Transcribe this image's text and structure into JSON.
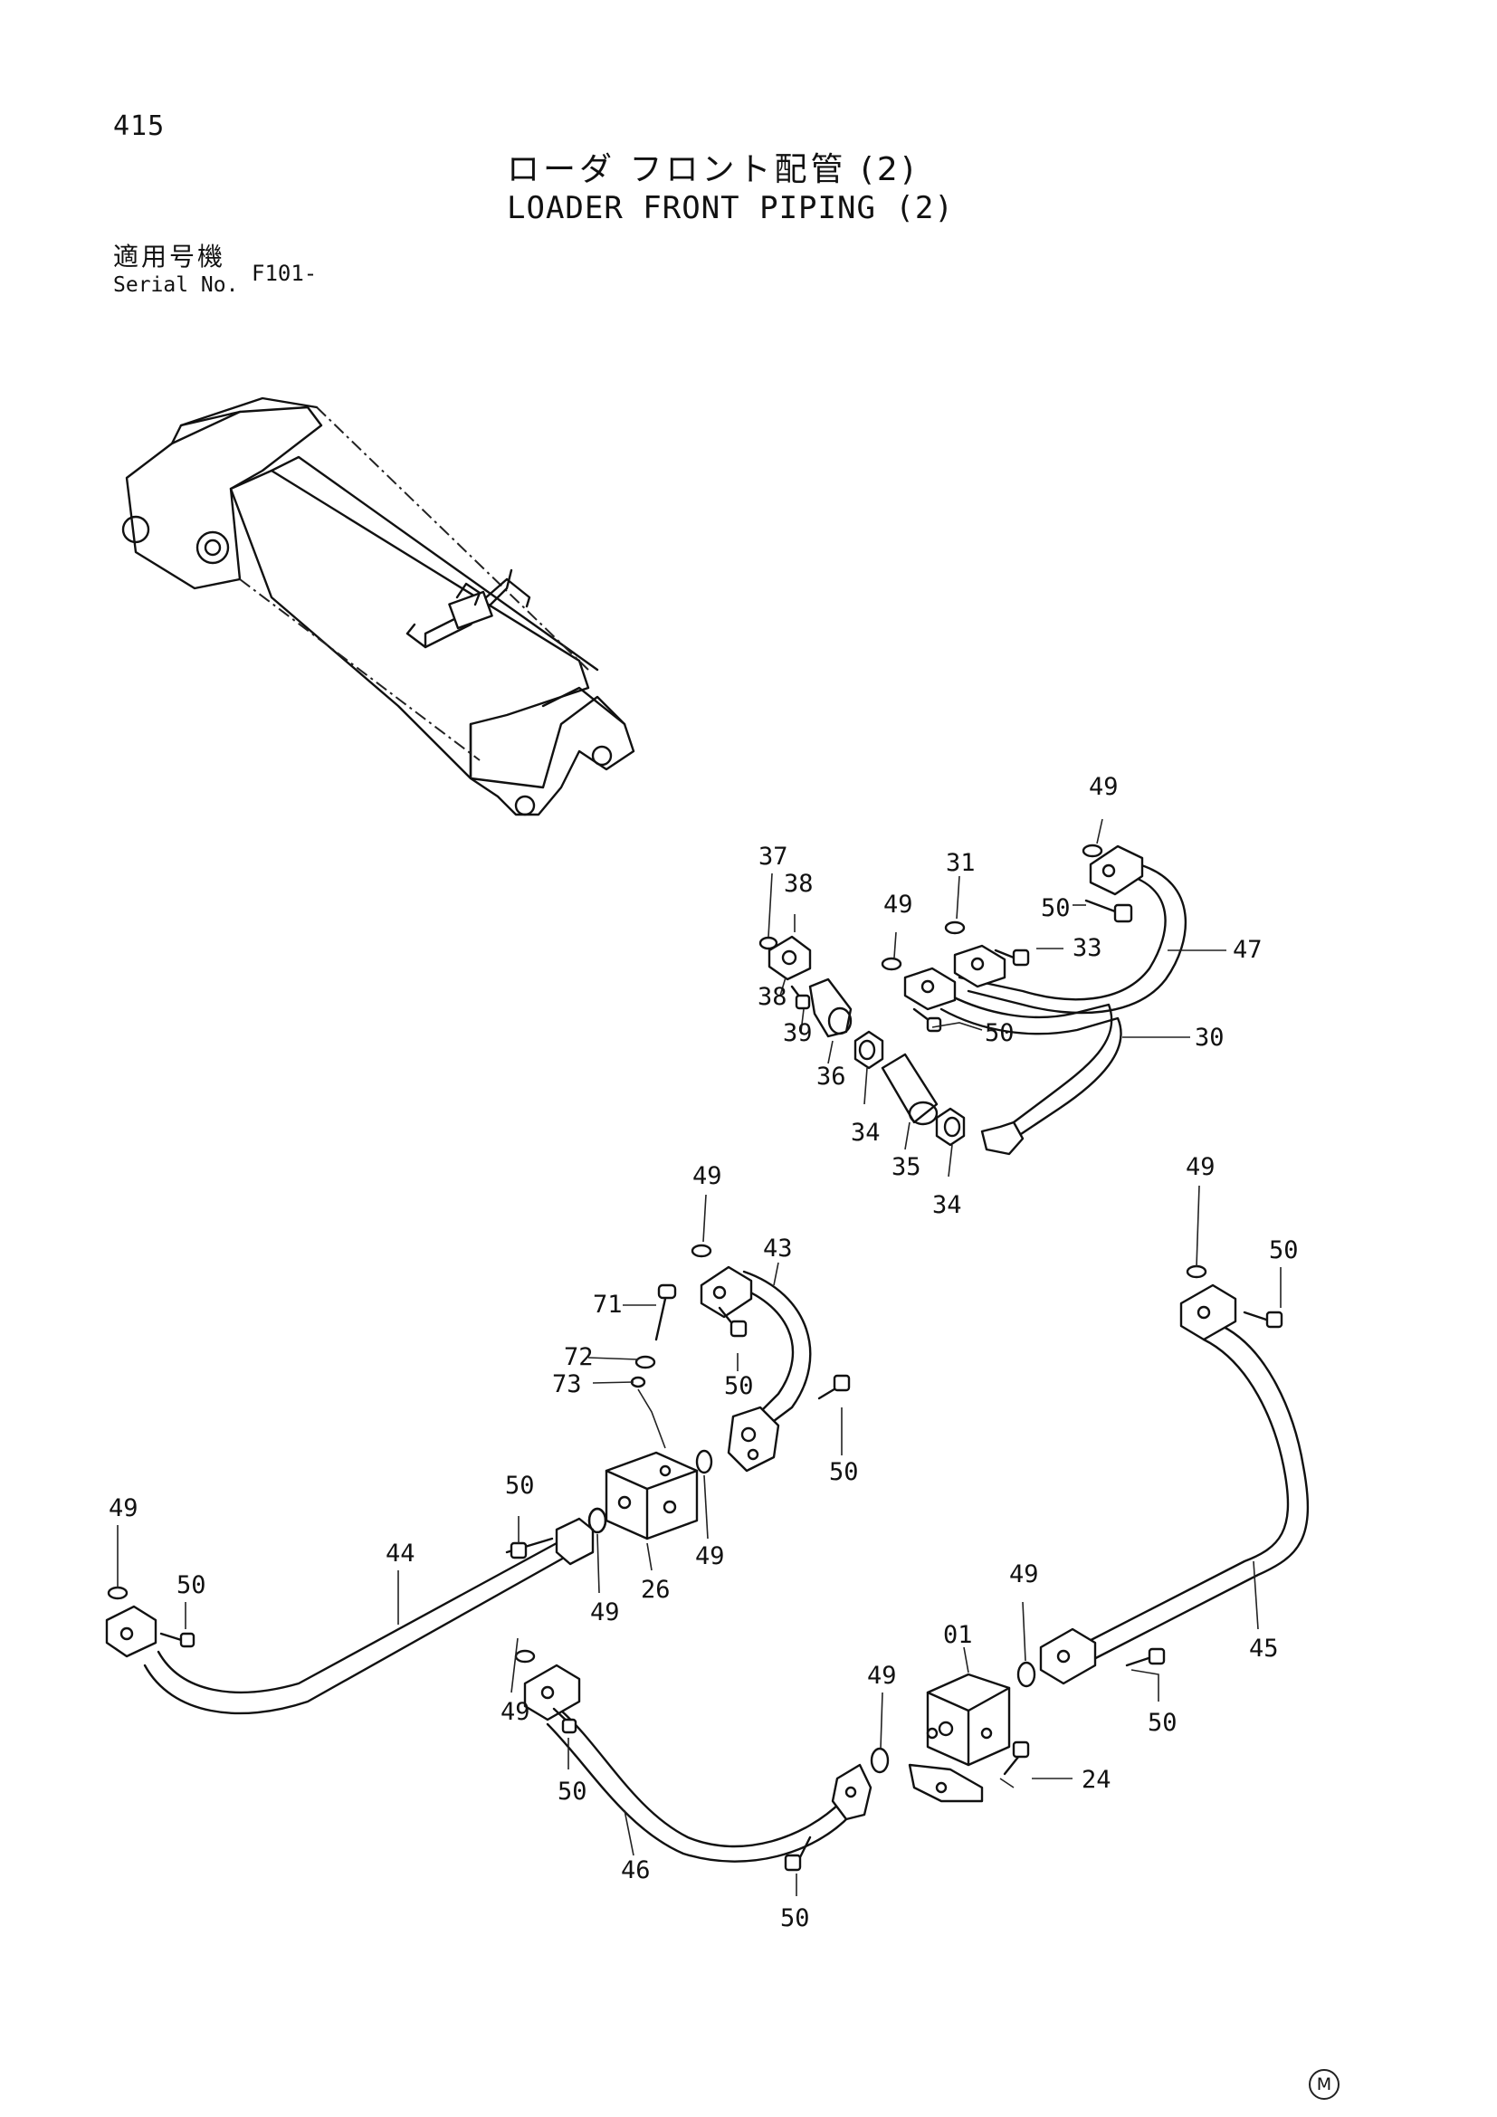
{
  "header": {
    "page_number": "415",
    "title_jp": "ローダ フロント配管 (2)",
    "title_en": "LOADER FRONT PIPING (2)",
    "serial_label_jp": "適用号機",
    "serial_label_en": "Serial No.",
    "serial_value": "F101-"
  },
  "footer": {
    "mark": "M"
  },
  "callouts": [
    {
      "id": "c49-top",
      "text": "49"
    },
    {
      "id": "c37",
      "text": "37"
    },
    {
      "id": "c38a",
      "text": "38"
    },
    {
      "id": "c31",
      "text": "31"
    },
    {
      "id": "c49-mid",
      "text": "49"
    },
    {
      "id": "c50-top",
      "text": "50"
    },
    {
      "id": "c47",
      "text": "47"
    },
    {
      "id": "c33",
      "text": "33"
    },
    {
      "id": "c30",
      "text": "30"
    },
    {
      "id": "c50-r",
      "text": "50"
    },
    {
      "id": "c38b",
      "text": "38"
    },
    {
      "id": "c39",
      "text": "39"
    },
    {
      "id": "c36",
      "text": "36"
    },
    {
      "id": "c34a",
      "text": "34"
    },
    {
      "id": "c35",
      "text": "35"
    },
    {
      "id": "c34b",
      "text": "34"
    },
    {
      "id": "c49-c",
      "text": "49"
    },
    {
      "id": "c43",
      "text": "43"
    },
    {
      "id": "c49-rr",
      "text": "49"
    },
    {
      "id": "c50-rr",
      "text": "50"
    },
    {
      "id": "c71",
      "text": "71"
    },
    {
      "id": "c72",
      "text": "72"
    },
    {
      "id": "c73",
      "text": "73"
    },
    {
      "id": "c50-c",
      "text": "50"
    },
    {
      "id": "c50-cr",
      "text": "50"
    },
    {
      "id": "c50-l",
      "text": "50"
    },
    {
      "id": "c49-l",
      "text": "49"
    },
    {
      "id": "c44",
      "text": "44"
    },
    {
      "id": "c50-ll",
      "text": "50"
    },
    {
      "id": "c49-b1",
      "text": "49"
    },
    {
      "id": "c26",
      "text": "26"
    },
    {
      "id": "c49-b2",
      "text": "49"
    },
    {
      "id": "c01",
      "text": "01"
    },
    {
      "id": "c49-b3",
      "text": "49"
    },
    {
      "id": "c49-b4",
      "text": "49"
    },
    {
      "id": "c45",
      "text": "45"
    },
    {
      "id": "c50-b1",
      "text": "50"
    },
    {
      "id": "c49-b5",
      "text": "49"
    },
    {
      "id": "c50-b2",
      "text": "50"
    },
    {
      "id": "c24",
      "text": "24"
    },
    {
      "id": "c46",
      "text": "46"
    },
    {
      "id": "c50-b3",
      "text": "50"
    }
  ]
}
